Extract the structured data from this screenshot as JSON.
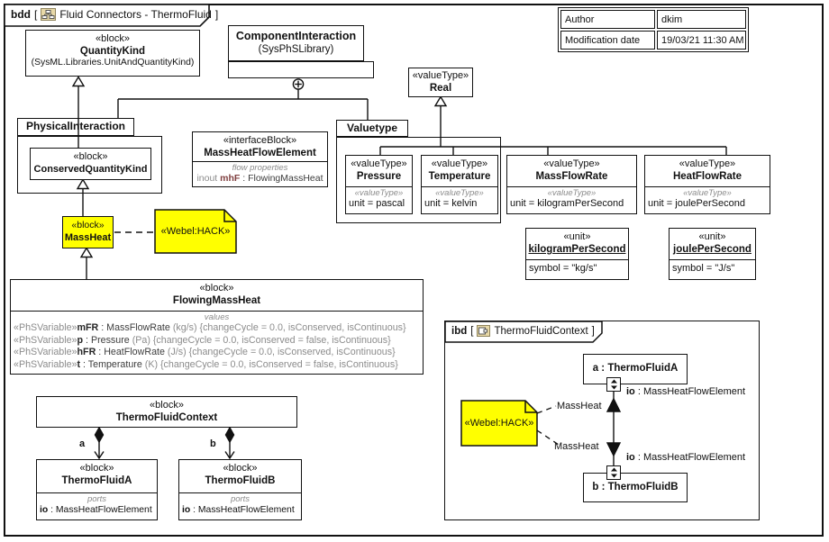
{
  "colors": {
    "highlight_yellow": "#ffff00",
    "muted_gray": "#8c8c8c",
    "flow_name": "#804040",
    "border_black": "#111111",
    "icon_tan": "#e8d9a8"
  },
  "frame": {
    "kind": "bdd",
    "open_bracket": "[",
    "title": "Fluid Connectors - ThermoFluid",
    "close_bracket": "]"
  },
  "author_table": {
    "rows": [
      {
        "label": "Author",
        "value": "dkim"
      },
      {
        "label": "Modification date",
        "value": "19/03/21 11:30 AM"
      }
    ]
  },
  "quantity_kind": {
    "stereotype": "«block»",
    "name": "QuantityKind",
    "qualifier": "(SysML.Libraries.UnitAndQuantityKind)"
  },
  "component_interaction": {
    "name": "ComponentInteraction",
    "library": "(SysPhSLibrary)"
  },
  "physical_interaction": {
    "name": "PhysicalInteraction"
  },
  "conserved_quantity_kind": {
    "stereotype": "«block»",
    "name": "ConservedQuantityKind"
  },
  "mass_heat_flow_element": {
    "stereotype": "«interfaceBlock»",
    "name": "MassHeatFlowElement",
    "compartment": "flow properties",
    "flow_direction": "inout",
    "flow_name": "mhF",
    "flow_type": " : FlowingMassHeat"
  },
  "mass_heat": {
    "stereotype": "«block»",
    "name": "MassHeat"
  },
  "hack_note": {
    "text": "«Webel:HACK»"
  },
  "real_type": {
    "stereotype": "«valueType»",
    "name": "Real"
  },
  "valuetype_package": {
    "name": "Valuetype"
  },
  "value_types": [
    {
      "stereotype": "«valueType»",
      "name": "Pressure",
      "compartment_stereotype": "«valueType»",
      "value": "unit = pascal"
    },
    {
      "stereotype": "«valueType»",
      "name": "Temperature",
      "compartment_stereotype": "«valueType»",
      "value": "unit = kelvin"
    },
    {
      "stereotype": "«valueType»",
      "name": "MassFlowRate",
      "compartment_stereotype": "«valueType»",
      "value": "unit = kilogramPerSecond"
    },
    {
      "stereotype": "«valueType»",
      "name": "HeatFlowRate",
      "compartment_stereotype": "«valueType»",
      "value": "unit = joulePerSecond"
    }
  ],
  "units": [
    {
      "stereotype": "«unit»",
      "name": "kilogramPerSecond",
      "value": "symbol = \"kg/s\""
    },
    {
      "stereotype": "«unit»",
      "name": "joulePerSecond",
      "value": "symbol = \"J/s\""
    }
  ],
  "flowing_mass_heat": {
    "stereotype": "«block»",
    "name": "FlowingMassHeat",
    "compartment": "values",
    "variables": [
      {
        "stereo": "«PhSVariable»",
        "name": "mFR",
        "type": " : MassFlowRate ",
        "tail": "(kg/s) {changeCycle = 0.0, isConserved, isContinuous}"
      },
      {
        "stereo": "«PhSVariable»",
        "name": "p",
        "type": " : Pressure ",
        "tail": "(Pa) {changeCycle = 0.0, isConserved = false, isContinuous}"
      },
      {
        "stereo": "«PhSVariable»",
        "name": "hFR",
        "type": " : HeatFlowRate ",
        "tail": "(J/s) {changeCycle = 0.0, isConserved, isContinuous}"
      },
      {
        "stereo": "«PhSVariable»",
        "name": "t",
        "type": " : Temperature ",
        "tail": "(K) {changeCycle = 0.0, isConserved = false, isContinuous}"
      }
    ]
  },
  "thermo_fluid_context": {
    "stereotype": "«block»",
    "name": "ThermoFluidContext"
  },
  "composition_a_label": "a",
  "composition_b_label": "b",
  "thermo_fluid_a": {
    "stereotype": "«block»",
    "name": "ThermoFluidA",
    "compartment": "ports",
    "port_name": "io",
    "port_type": " : MassHeatFlowElement"
  },
  "thermo_fluid_b": {
    "stereotype": "«block»",
    "name": "ThermoFluidB",
    "compartment": "ports",
    "port_name": "io",
    "port_type": " : MassHeatFlowElement"
  },
  "ibd": {
    "frame": {
      "kind": "ibd",
      "open_bracket": "[",
      "title": "ThermoFluidContext",
      "close_bracket": "]"
    },
    "part_a": "a : ThermoFluidA",
    "part_b": "b : ThermoFluidB",
    "port_a_name": "io",
    "port_a_type": " : MassHeatFlowElement",
    "port_b_name": "io",
    "port_b_type": " : MassHeatFlowElement",
    "flow_label_top": "MassHeat",
    "flow_label_bottom": "MassHeat",
    "note": "«Webel:HACK»"
  }
}
